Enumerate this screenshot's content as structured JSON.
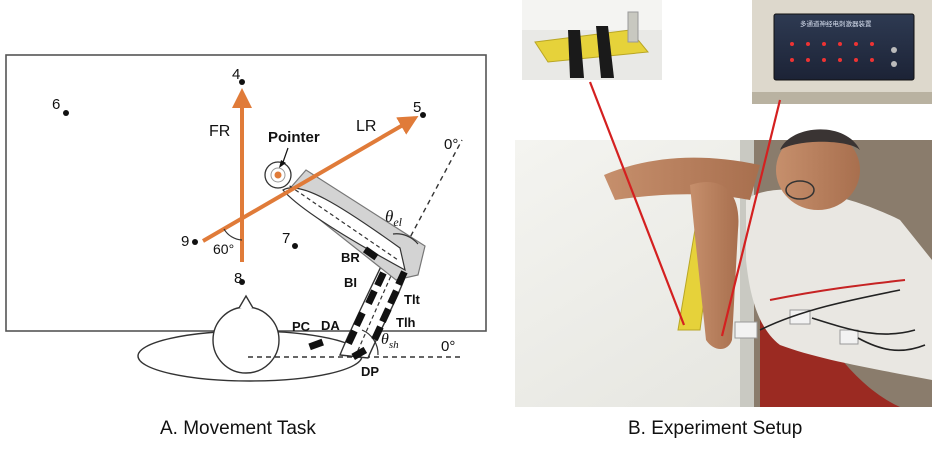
{
  "captions": {
    "movement_task": "A. Movement Task",
    "experiment_setup": "B. Experiment Setup"
  },
  "targets": [
    "4",
    "5",
    "6",
    "7",
    "8",
    "9"
  ],
  "axes": {
    "fr": "FR",
    "lr": "LR",
    "angle_60": "60°",
    "zero_upper": "0°",
    "zero_lower": "0°"
  },
  "pointer_label": "Pointer",
  "angles": {
    "elbow_theta": "θ",
    "elbow_sub": "el",
    "shoulder_theta": "θ",
    "shoulder_sub": "sh"
  },
  "muscles": [
    "BR",
    "BI",
    "Tlt",
    "Tlh",
    "DA",
    "PC",
    "DP"
  ],
  "device_panel_text": "多通道神经电刺激器装置",
  "colors": {
    "arrow_orange": "#e07b39",
    "red_line": "#d42020",
    "splint_yellow": "#e6d23a",
    "strap_black": "#1a1a1a"
  }
}
